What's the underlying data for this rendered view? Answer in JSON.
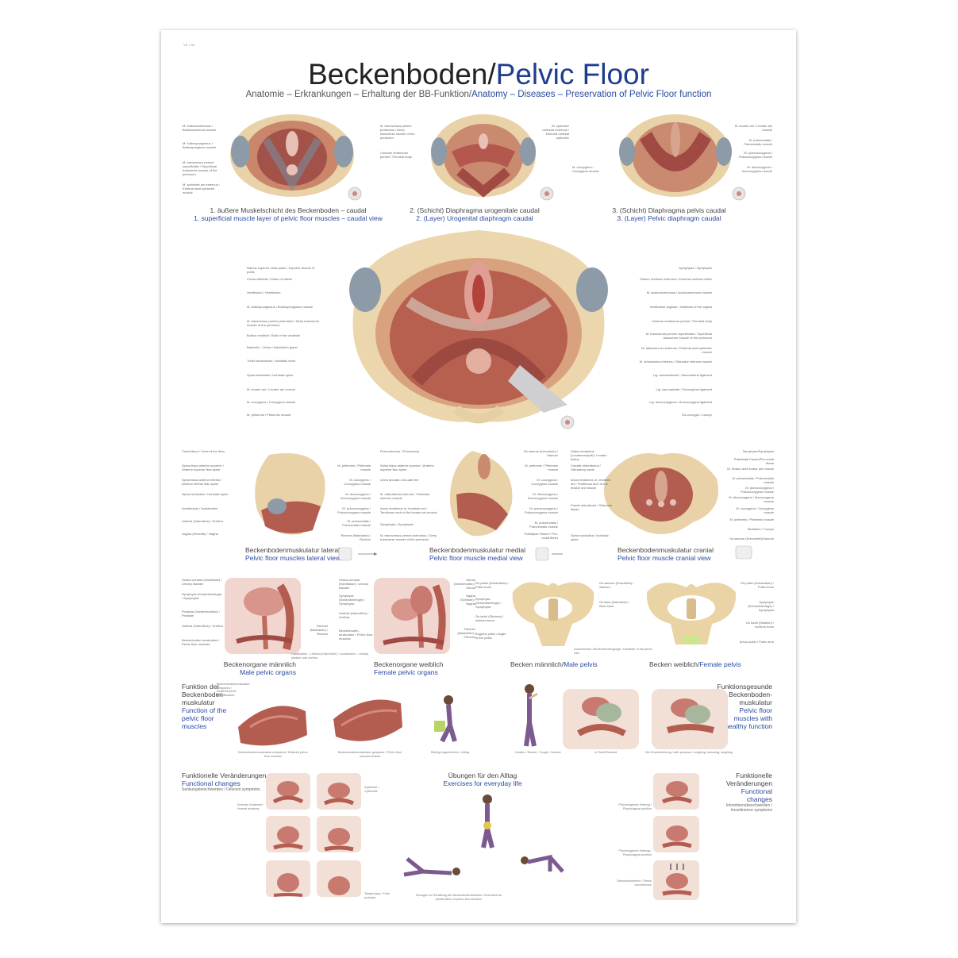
{
  "title": {
    "de": "Beckenboden/",
    "en": "Pelvic Floor"
  },
  "subtitle": {
    "de": "Anatomie – Erkrankungen – Erhaltung der BB-Funktion/",
    "en": "Anatomy – Diseases – Preservation of Pelvic Floor function"
  },
  "views": [
    {
      "de": "1. äußere Muskelschicht des Beckenboden – caudal",
      "en": "1. superficial muscle layer of pelvic floor muscles – caudal view"
    },
    {
      "de": "2. (Schicht) Diaphragma urogenitale caudal",
      "en": "2. (Layer) Urogenital diaphragm caudal"
    },
    {
      "de": "3. (Schicht) Diaphragma pelvis caudal",
      "en": "3. (Layer) Pelvic diaphragm caudal"
    }
  ],
  "view_labels": {
    "v1": [
      "M. bulbocavernosus / Bulbocavernous muscle",
      "M. bulbospongiosus / Bulbospongious muscle",
      "M. transversus perinei superficialis / Superficial transverse muscle of the perineum",
      "M. sphincter ani externus / External anal sphincter muscle"
    ],
    "v2": [
      "M. transversus perinei profundus / Deep transverse muscle of the perineum",
      "Centrum tendineum perinei / Perineal body"
    ],
    "v2r": [
      "M. sphincter urethrae externus / External urethral sphincter"
    ],
    "v3": [
      "M. levator ani / Levator ani muscle",
      "M. puborectalis / Puborectalis muscle",
      "M. pubococcygeus / Pubococcygeus muscle",
      "M. iliococcygeus / Iliococcygeus muscle"
    ],
    "v3l": [
      "M. coccygeus / Coccygeus muscle"
    ]
  },
  "center_left": [
    "Ramus superior ossis pubis / Superior branch of pubis",
    "Crena clitoridis / Glans of clitoris",
    "Vestibulum / Vestibulum",
    "M. bulbospongiosus / Bulbospongiosus muscle",
    "M. transversus perinei profundus / Deep transverse muscle of the perineum",
    "Bulbus vestibuli / Bulb of the vestibule",
    "Bartholin – Drüse / Bartholin's gland",
    "Tuber ischiadicum / Ischiadic tuber",
    "Spina ischiadica / Ischiadic spine",
    "M. levator ani / Levator ani muscle",
    "M. coccygeus / Coccygeus muscle",
    "M. piriformis / Piriformis muscle"
  ],
  "center_right": [
    "Symphysis / Symphysis",
    "Ostium urethrae externum / External urethral orifice",
    "M. ischiocavernosus / Ischiocavernous muscle",
    "Vestibulum vaginae / Vestibule of the vagina",
    "Centrum tendineum perinei / Perineal body",
    "M. transversus perinei superficialis / Superficial transverse muscle of the perineum",
    "M. sphincter ani externus / External anal sphincter muscle",
    "M. obturatorius internus / Obturator internus muscle",
    "Lig. sacrotuberale / Sacrotuberal ligament",
    "Lig. sacrospinale / Sacrospinal ligament",
    "Lig. anococcygeum / Anococcygeal ligament",
    "Os coccygis / Coccyx"
  ],
  "mid_captions": [
    {
      "de": "Beckenbodenmuskulatur lateral",
      "en": "Pelvic floor muscles lateral view"
    },
    {
      "de": "Beckenbodenmuskulatur medial",
      "en": "Pelvic floor muscle medial view"
    },
    {
      "de": "Beckenbodenmuskulatur cranial",
      "en": "Pelvic floor muscle cranial view"
    }
  ],
  "mid_labels": {
    "lat_l": [
      "Crista iliaca / Crest of the ilium",
      "Spina iliaca anterior superior / Anterior superior iliac spine",
      "Spina iliaca anterior inferior / Anterior inferior iliac spine",
      "Spina ischiadica / Ischiadic spine",
      "Acetabulum / Acetabulum",
      "Urethra (Harnröhre) / Urethra",
      "Vagina (Scheide) / Vagina"
    ],
    "lat_r": [
      "M. piriformis / Piriformis muscle",
      "M. coccygeus / Coccygeus muscle",
      "M. iliococcygeus / Iliococcygeus muscle",
      "M. pubococcygeus / Pubococcygeus muscle",
      "M. puborectalis / Puborectalis muscle",
      "Rectum (Mastdarm) / Rectum"
    ],
    "med_l": [
      "Promontorium / Promontory",
      "Spina iliaca anterior superior / Anterior superior iliac spine",
      "Linea arcuata / Arcuate line",
      "M. obturatorius internus / Obturator internus muscle",
      "Arcus tendineus m. levatoris ani / Tendinous arch of the levator ani muscle",
      "Symphysis / Symphysis",
      "M. transversus perinei profundus / Deep transverse muscle of the perineum"
    ],
    "med_r": [
      "Os sacrum (Kreuzbein) / Sacrum",
      "M. piriformis / Piriformis muscle",
      "M. coccygeus / Coccygeus muscle",
      "M. iliococcygeus / Iliococcygeus muscle",
      "M. pubococcygeus / Pubococcygeus muscle",
      "M. puborectalis / Puborectalis muscle",
      "Thieleplan Fasern / Pre-rectal fibres"
    ],
    "cra_l": [
      "Hiatus levatorius (Levatorenspalt) / Levator hiatus",
      "Canalis obturatorius / Obturatory canal",
      "Arcus tendineus m. levatoris ani / Tendinous arch of the levator ani muscle",
      "Fascia obturatoria / Obturator fascia",
      "Spina ischiadica / Ischiadic spine"
    ],
    "cra_r": [
      "Symphyse/Symphysis",
      "Prärektale Fasern/Pre-rectal fibres",
      "M. levator ani/Levator ani muscle",
      "M. puborectalis / Puborectalis muscle",
      "M. pubococcygeus / Pubococcygeus muscle",
      "M. iliococcygeus / Iliococcygeus muscle",
      "M. coccygeus / Coccygeus muscle",
      "M. piriformis / Piriformis muscle",
      "Steißbein / Coccyx",
      "Os sacrum (Kreuzbein)/Sacrum"
    ]
  },
  "organ_captions": [
    {
      "de": "Beckenorgane männlich",
      "en": "Male pelvic organs"
    },
    {
      "de": "Beckenorgane weiblich",
      "en": "Female pelvic organs"
    },
    {
      "de": "Becken männlich/",
      "en": "Male pelvis"
    },
    {
      "de": "Becken weiblich/",
      "en": "Female pelvis"
    }
  ],
  "organ_labels": {
    "male_l": [
      "Vesica urinaria (Harnblase) / Urinary bladder",
      "Symphyse (Schambeinfuge) / Symphysis",
      "Prostata (Vorsteherdrüse) / Prostate",
      "Urethra (Harnröhre) / Urethra",
      "Beckenboden-muskulatur / Pelvic floor muscles"
    ],
    "male_r": [
      "Rectum (Mastdarm) / Rectum"
    ],
    "male_note": "Lokalisation – Urethra (Harnröhre) / Localization – Urinary bladder and urethra",
    "female_l": [
      "Vesica urinaria (Harnblase) / Urinary bladder",
      "Symphyse (Schambeinfuge) / Symphysis",
      "Urethra (Harnröhre) / Urethra",
      "Beckenboden-muskulatur / Pelvic floor muscles"
    ],
    "female_r": [
      "Uterus (Gebärmutter) / Uterus",
      "Vagina (Scheide) / Vagina",
      "Rectum (Mastdarm) / Rectum"
    ],
    "mpelvis_r": [
      "Os sacrum (Kreuzbein) / Sacrum",
      "Os ilium (Darmbein) / Ilium bone"
    ],
    "mpelvis_l": [
      "Os pubis (Schambein) / Pubic bone",
      "Symphyse (Schambeinfuge) / Symphysis",
      "Os ischii (Sitzbein) / Ischium bone",
      "Angulus pubis / Angle of the pubis"
    ],
    "mpelvis_note": "Durchmesser des Beckeneingangs / Diameter of the pelvic inlet",
    "fpelvis_r": [
      "Os pubis (Schambein) / Pubic bone",
      "Symphyse (Schambeinfuge) / Symphysis",
      "Os ischii (Sitzbein) / Ischium bone",
      "Arcus pubis / Pubic arch"
    ]
  },
  "function": {
    "left": {
      "de": "Funktion der Beckenboden-muskulatur",
      "en": "Function of the pelvic floor muscles"
    },
    "right": {
      "de": "Funktionsgesunde Beckenboden-muskulatur",
      "en": "Pelvic floor muscles with healthy function"
    },
    "notes": [
      "Beckenbodenmuskulatur entspannt / Relaxed pelvic floor muscles",
      "Beckenbodenmuskulatur gespannt / Pelvic floor muscles tensed",
      "Richtig tragen/heben / Lifting",
      "Husten / Niesen / Cough / Sneeze",
      "In Ruhe/Relaxed",
      "Bei Druckerhöhung / with pressure: coughing, sneezing, laughing"
    ]
  },
  "changes": {
    "left": {
      "de": "Funktionelle Veränderungen",
      "en": "Functional changes",
      "sub": "Senkungsbeschwerden / Descent symptoms"
    },
    "exercise": {
      "de": "Übungen für den Alltag",
      "en": "Exercises for everyday life",
      "note": "Übungen zur Erhaltung der Beckenbodenfunktion / Exercises for preservation of pelvic floor function"
    },
    "right": {
      "de": "Funktionelle Veränderungen",
      "en": "Functional changes",
      "sub": "Inkontinenzbeschwerden / Incontinence symptoms"
    },
    "notes_left": [
      "Normale Anatomie / Normal anatomy",
      "Zystozele / Cystocele",
      "Totalprolaps / Total prolapse"
    ],
    "notes_right": [
      "Physiologische Haltung / Physiological position",
      "Stressinkontinenz / Stress incontinence"
    ]
  },
  "code": "VE 1 56"
}
